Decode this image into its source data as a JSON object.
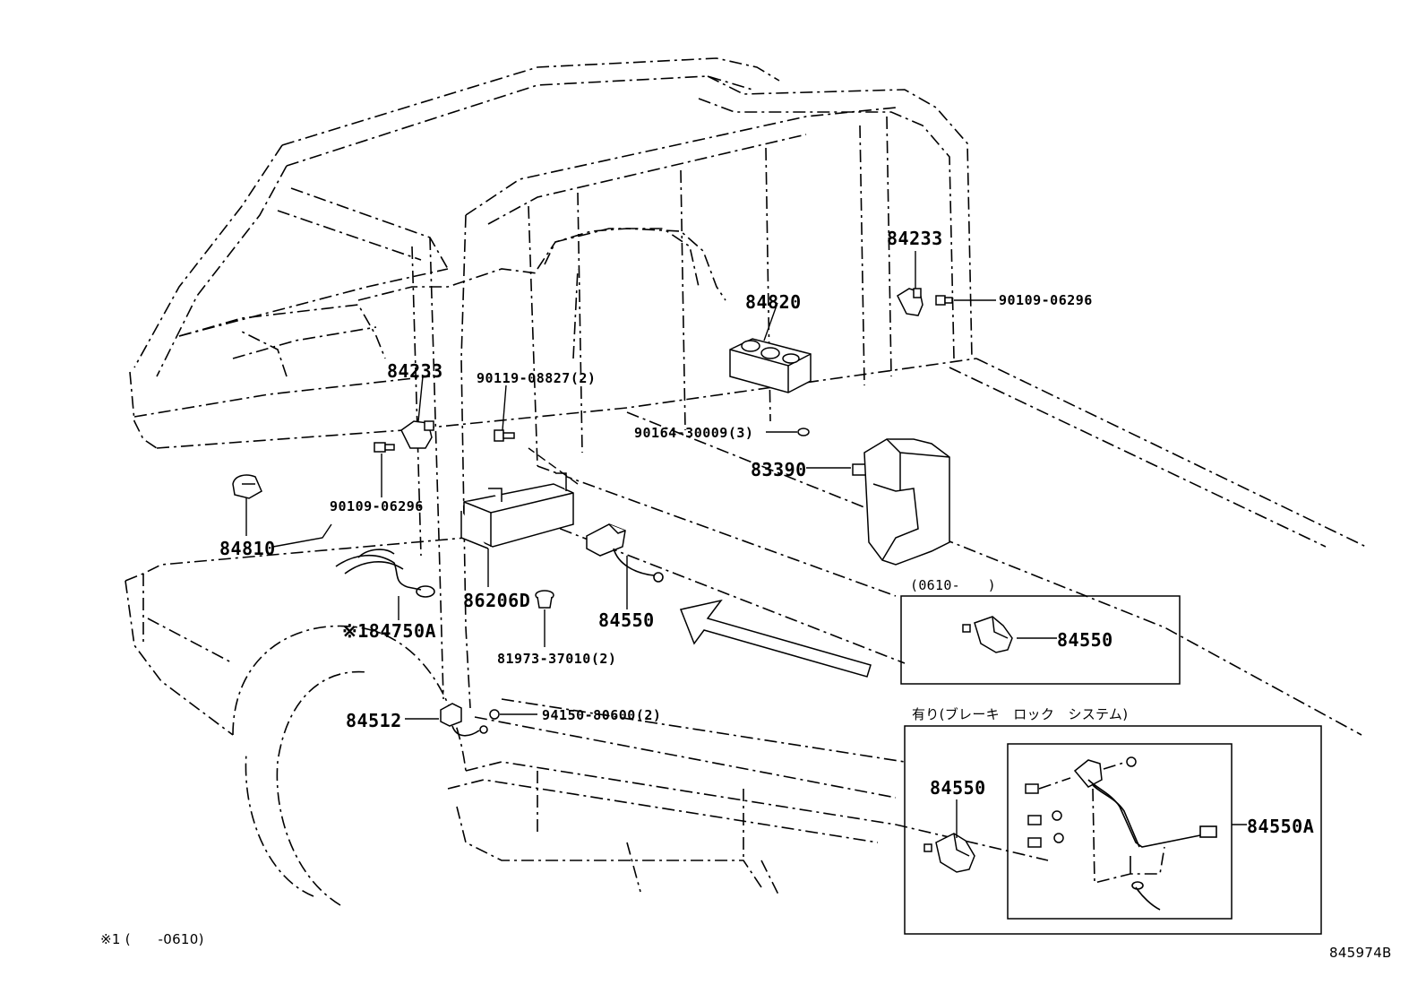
{
  "labels": {
    "p84233_right": "84233",
    "p90109_right": "90109-06296",
    "p84820": "84820",
    "p84233_left": "84233",
    "p90119": "90119-08827(2)",
    "p90164": "90164-30009(3)",
    "p83390": "83390",
    "p84810": "84810",
    "p90109_left": "90109-06296",
    "p86206D": "86206D",
    "p84550_main": "84550",
    "p84750A": "※184750A",
    "p81973": "81973-37010(2)",
    "p84512": "84512",
    "p94150": "94150-80600(2)",
    "p84550_inset1": "84550",
    "p84550_inset2": "84550",
    "p84550A": "84550A"
  },
  "insets": {
    "inset1_caption": "(0610-　　)",
    "inset2_caption": "有り(ブレーキ　ロック　システム)"
  },
  "footnote": "※1 (　　-0610)",
  "diagram_code": "845974B"
}
